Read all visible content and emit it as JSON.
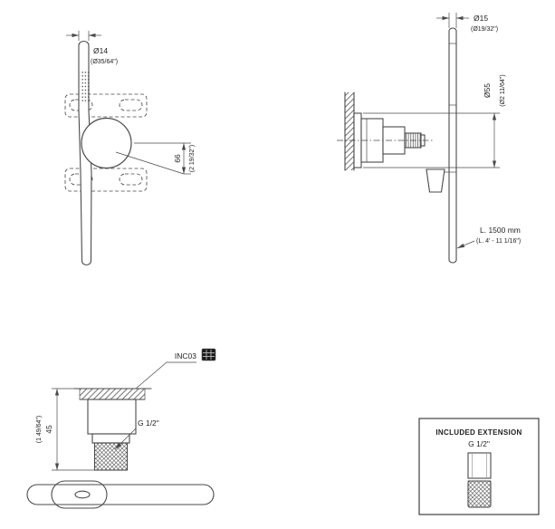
{
  "drawing": {
    "front_view": {
      "dim_diameter_mm": "Ø14",
      "dim_diameter_in": "(Ø35/64\")",
      "dim_offset_mm": "66",
      "dim_offset_in": "(2 19/32\")"
    },
    "side_view": {
      "dim_hose_diameter_mm": "Ø15",
      "dim_hose_diameter_in": "(Ø19/32\")",
      "dim_plate_diameter_mm": "Ø55",
      "dim_plate_diameter_in": "(Ø2 11/64\")",
      "hose_length_mm": "L. 1500 mm",
      "hose_length_in": "(L. 4' - 11 1/16\")"
    },
    "section_view": {
      "part_code": "INC03",
      "thread_label": "G 1/2\"",
      "dim_depth_mm": "45",
      "dim_depth_in": "(1 49/64\")"
    },
    "included_extension": {
      "title": "INCLUDED EXTENSION",
      "thread_label": "G 1/2\""
    },
    "colors": {
      "line": "#4a4a4a",
      "text": "#1f1f1f"
    }
  }
}
